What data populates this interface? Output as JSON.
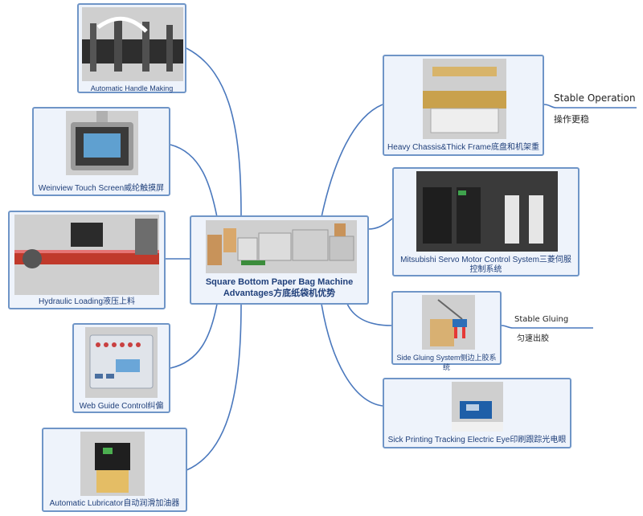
{
  "colors": {
    "branch": "#4a78bd",
    "node_border": "#6f95c7",
    "node_fill": "#eef3fb",
    "text": "#1f3f7a"
  },
  "center": {
    "title": "Square Bottom Paper Bag Machine Advantages方底纸袋机优势"
  },
  "left_nodes": [
    {
      "label": "Automatic Handle Making"
    },
    {
      "label": "Weinview Touch Screen威纶触摸屏"
    },
    {
      "label": "Hydraulic Loading液压上料"
    },
    {
      "label": "Web Guide Control纠偏"
    },
    {
      "label": "Automatic Lubricator自动润滑加油器"
    }
  ],
  "right_nodes": [
    {
      "label": "Heavy Chassis&Thick Frame底盘和机架重"
    },
    {
      "label": "Mitsubishi Servo Motor Control System三菱伺服控制系统"
    },
    {
      "label": "Side Gluing System侧边上胶系统"
    },
    {
      "label": "Sick Printing Tracking Electric Eye印刷跟踪光电眼"
    }
  ],
  "side_notes": [
    {
      "title": "Stable Operation",
      "subtitle": "操作更稳"
    },
    {
      "title": "Stable Gluing",
      "subtitle": "匀速出胶"
    }
  ]
}
